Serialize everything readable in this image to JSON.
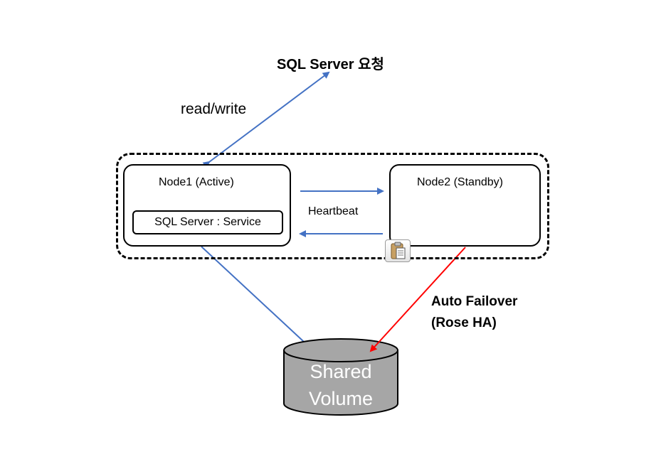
{
  "title": "SQL Server 요청",
  "read_write_label": "read/write",
  "node1": {
    "title": "Node1 (Active)",
    "service_label": "SQL Server : Service"
  },
  "node2": {
    "title": "Node2 (Standby)"
  },
  "heartbeat_label": "Heartbeat",
  "failover": {
    "line1": "Auto Failover",
    "line2": "(Rose HA)"
  },
  "shared_volume": {
    "line1": "Shared",
    "line2": "Volume"
  },
  "colors": {
    "blue_arrow": "#4472c4",
    "red_arrow": "#ff0000",
    "cylinder": "#a6a6a6"
  },
  "icons": {
    "clipboard": "clipboard-icon"
  }
}
